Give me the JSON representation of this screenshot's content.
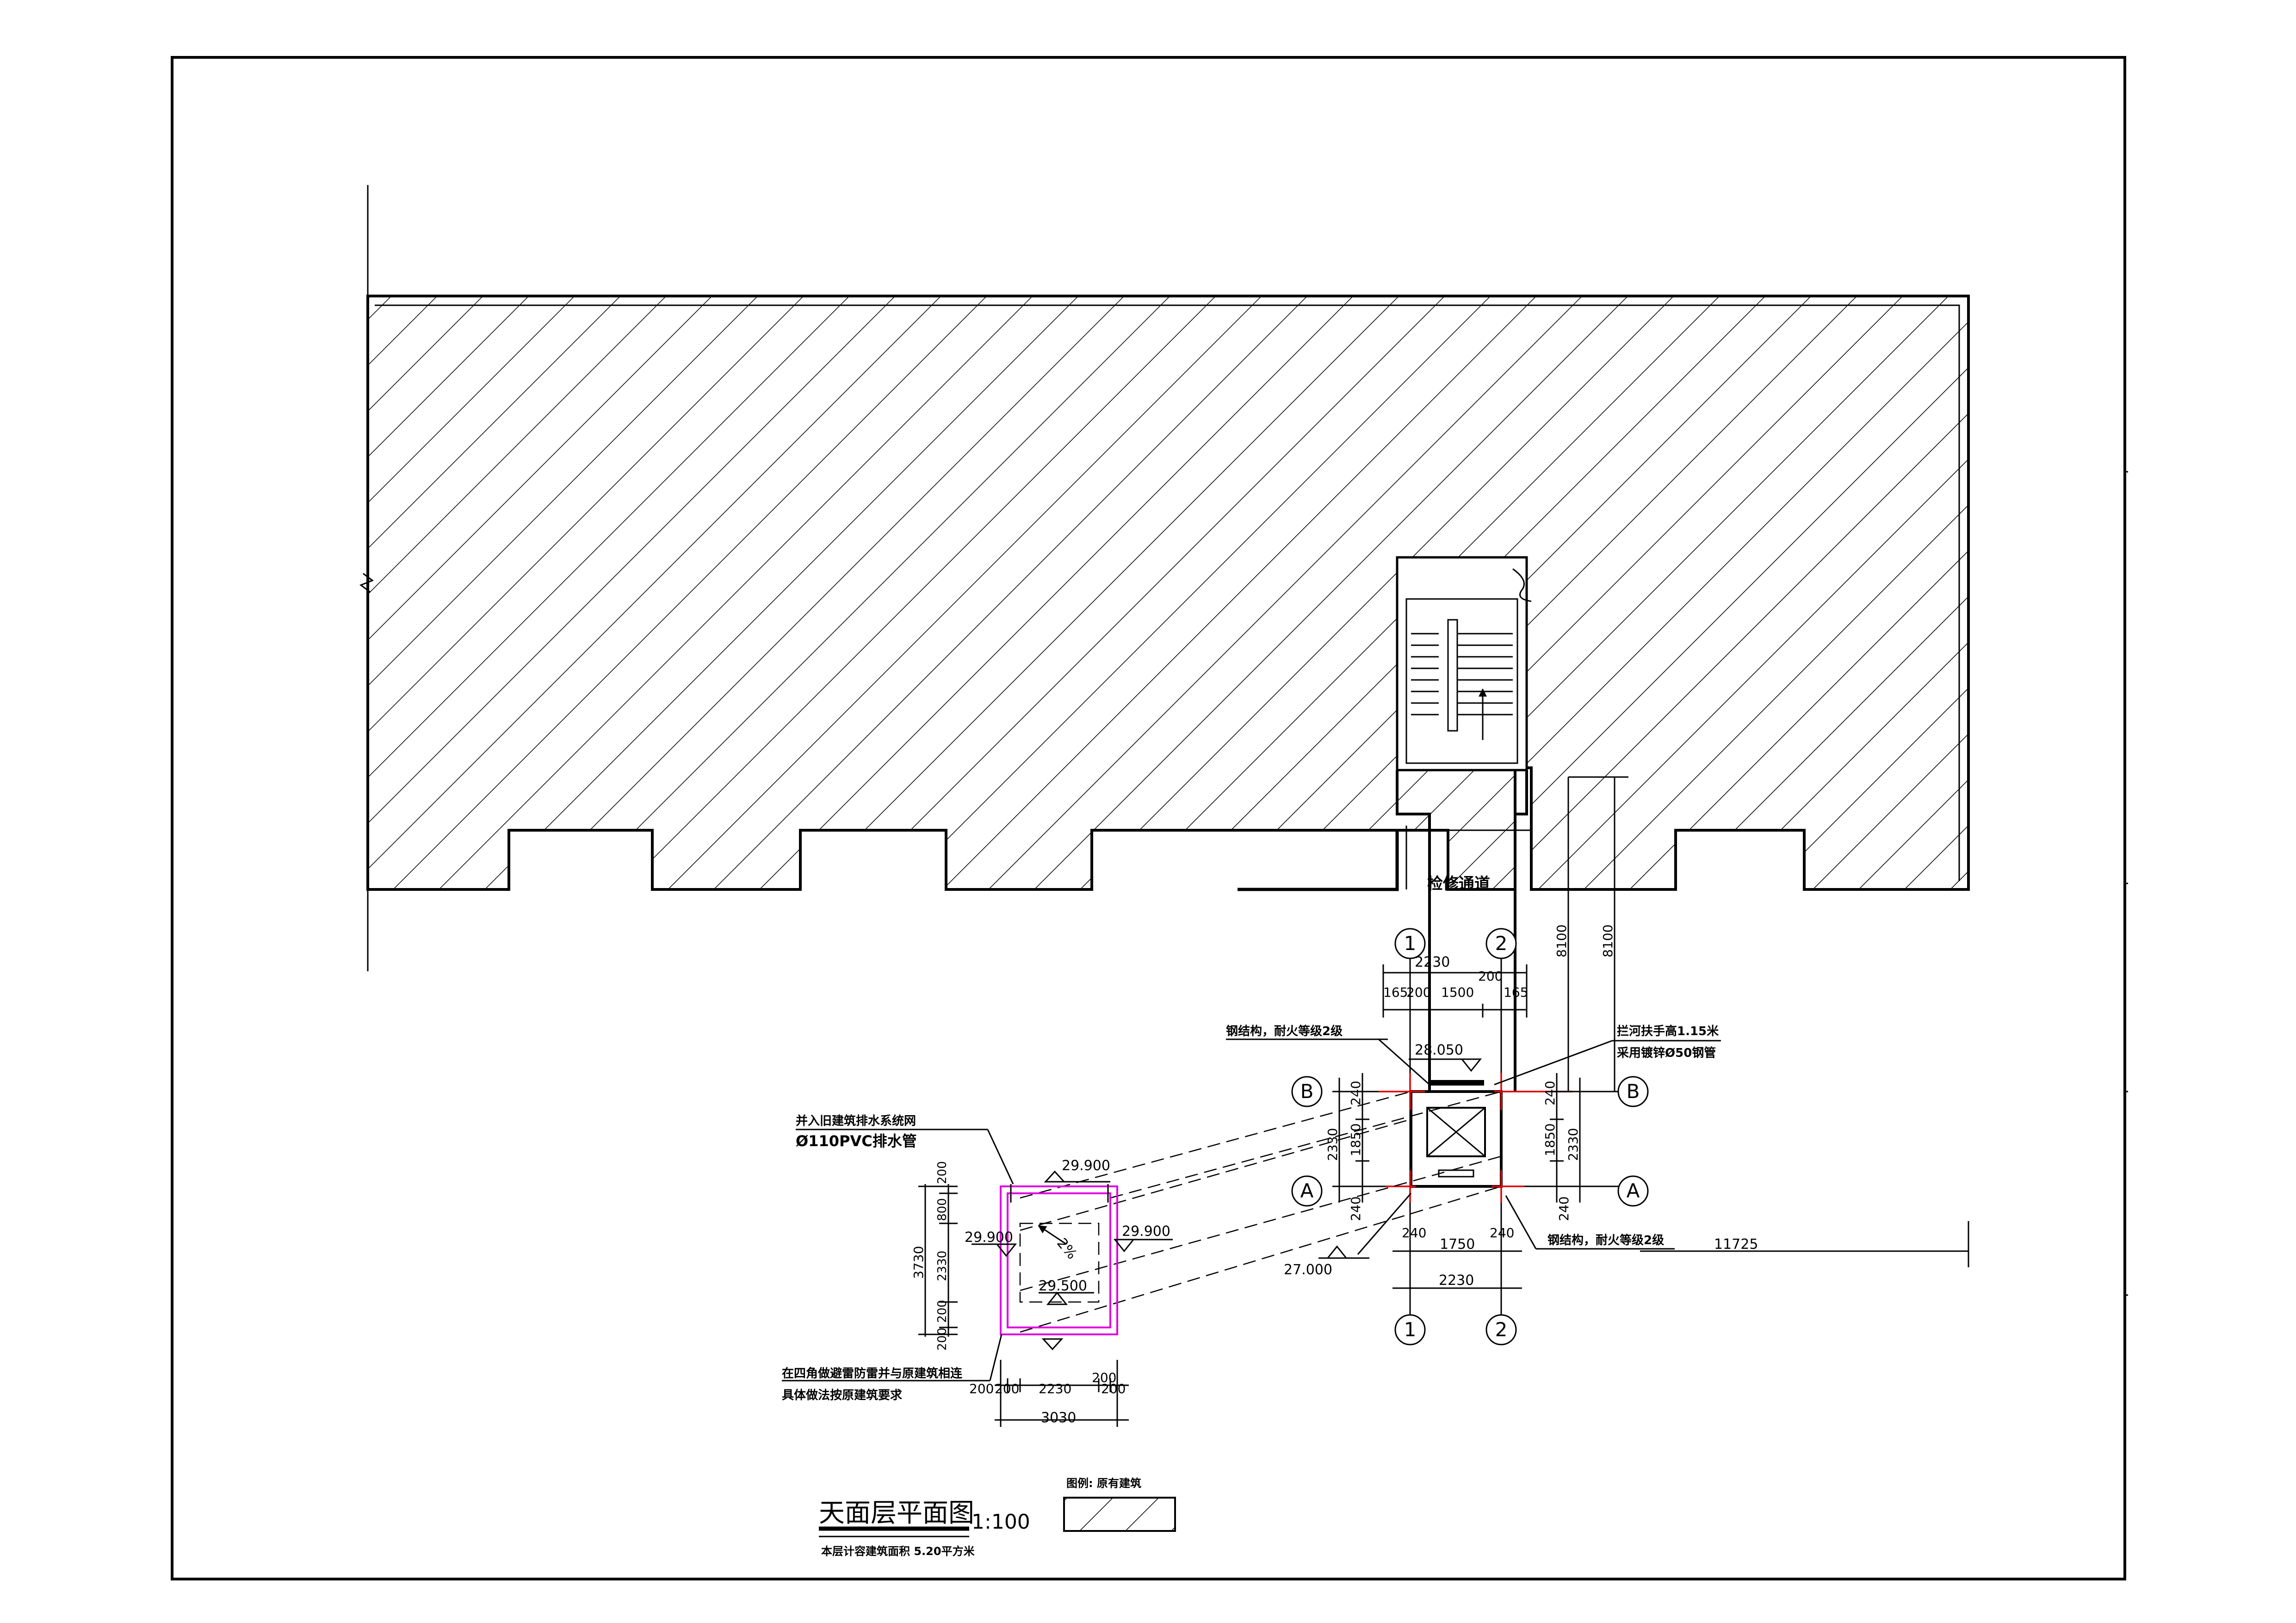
{
  "drawing": {
    "title": "天面层平面图",
    "scale": "1:100",
    "area_note": "本层计容建筑面积 5.20平方米",
    "legend_label": "图例: 原有建筑"
  },
  "labels": {
    "maintenance_passage": "检修通道",
    "steel_note_1": "钢结构，耐火等级2级",
    "steel_note_2": "钢结构，耐火等级2级",
    "handrail_note_1": "拦河扶手高1.15米",
    "handrail_note_2": "采用镀锌Ø50钢管",
    "drain_note_1": "并入旧建筑排水系统网",
    "drain_note_2": "Ø110PVC排水管",
    "lightning_note_1": "在四角做避雷防雷并与原建筑相连",
    "lightning_note_2": "具体做法按原建筑要求",
    "slope": "2%"
  },
  "elevations": [
    "28.050",
    "29.900",
    "29.900",
    "29.900",
    "29.500",
    "27.000"
  ],
  "axes": {
    "axis_1": "1",
    "axis_2": "2",
    "axis_A": "A",
    "axis_B": "B"
  },
  "dimensions": {
    "top_total": "2230",
    "top_165_left": "165",
    "top_200_left": "200",
    "top_1500": "1500",
    "top_200_right": "200",
    "top_165_right": "165",
    "v_8100_a": "8100",
    "v_8100_b": "8100",
    "left_240_top": "240",
    "left_2330": "2330",
    "left_1850": "1850",
    "left_240_bot": "240",
    "right_240_top": "240",
    "right_1850": "1850",
    "right_2330": "2330",
    "right_240_bot": "240",
    "bot_240_left": "240",
    "bot_240_right": "240",
    "bot_1750": "1750",
    "bot_2230": "2230",
    "far_11725": "11725",
    "roof_3730": "3730",
    "roof_200_top": "200",
    "roof_800": "800",
    "roof_2330": "2330",
    "roof_200_a": "200",
    "roof_200_b": "200",
    "roof_bot_200_a": "200",
    "roof_bot_200_b": "200",
    "roof_bot_2230": "2230",
    "roof_bot_200_c": "200",
    "roof_bot_200_d": "200",
    "roof_bot_3030": "3030"
  }
}
